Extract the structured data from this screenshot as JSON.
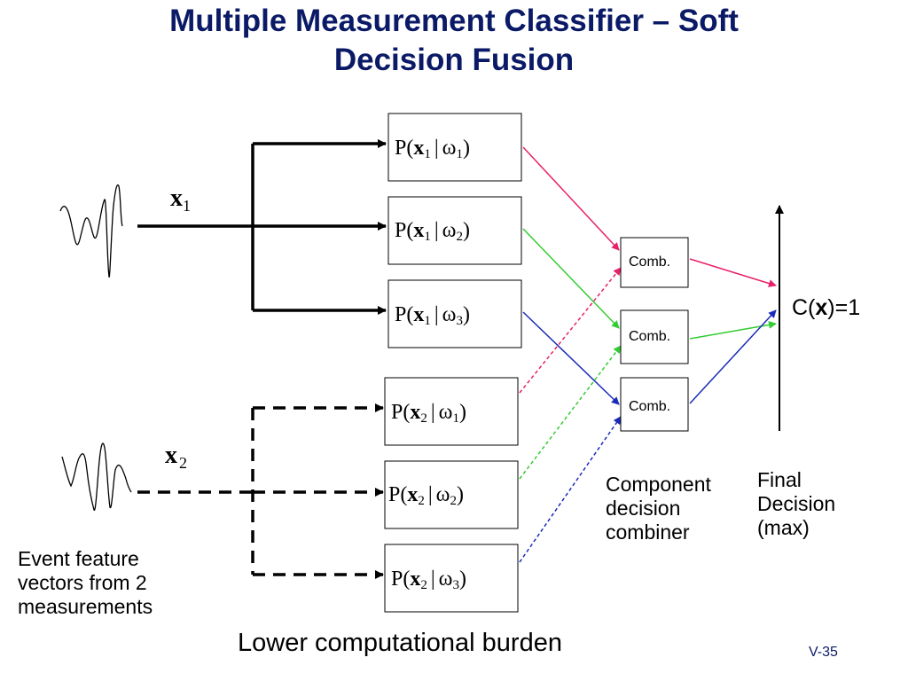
{
  "title": {
    "line1": "Multiple Measurement Classifier – Soft",
    "line2": "Decision Fusion"
  },
  "inputs": [
    {
      "symbol": "x",
      "subscript": "1"
    },
    {
      "symbol": "x",
      "subscript": "2"
    }
  ],
  "prob_boxes": [
    {
      "prefix": "P(",
      "x": "x",
      "x_sub": "1",
      "bar": "|",
      "w": "ω",
      "w_sub": "1",
      "suffix": ")"
    },
    {
      "prefix": "P(",
      "x": "x",
      "x_sub": "1",
      "bar": "|",
      "w": "ω",
      "w_sub": "2",
      "suffix": ")"
    },
    {
      "prefix": "P(",
      "x": "x",
      "x_sub": "1",
      "bar": "|",
      "w": "ω",
      "w_sub": "3",
      "suffix": ")"
    },
    {
      "prefix": "P(",
      "x": "x",
      "x_sub": "2",
      "bar": "|",
      "w": "ω",
      "w_sub": "1",
      "suffix": ")"
    },
    {
      "prefix": "P(",
      "x": "x",
      "x_sub": "2",
      "bar": "|",
      "w": "ω",
      "w_sub": "2",
      "suffix": ")"
    },
    {
      "prefix": "P(",
      "x": "x",
      "x_sub": "2",
      "bar": "|",
      "w": "ω",
      "w_sub": "3",
      "suffix": ")"
    }
  ],
  "combiners": [
    {
      "label": "Comb."
    },
    {
      "label": "Comb."
    },
    {
      "label": "Comb."
    }
  ],
  "output": {
    "prefix": "C(",
    "bold": "x",
    "suffix": ")=1"
  },
  "labels": {
    "event_line1": "Event feature",
    "event_line2": "vectors from 2",
    "event_line3": "measurements",
    "component_line1": "Component",
    "component_line2": "decision",
    "component_line3": "combiner",
    "final_line1": "Final",
    "final_line2": "Decision",
    "final_line3": "(max)"
  },
  "footer": "Lower computational burden",
  "slide_number": "V-35",
  "colors": {
    "title": "#0b1a66",
    "class1": "#e8206a",
    "class2": "#33cc33",
    "class3": "#1a2bb8"
  }
}
